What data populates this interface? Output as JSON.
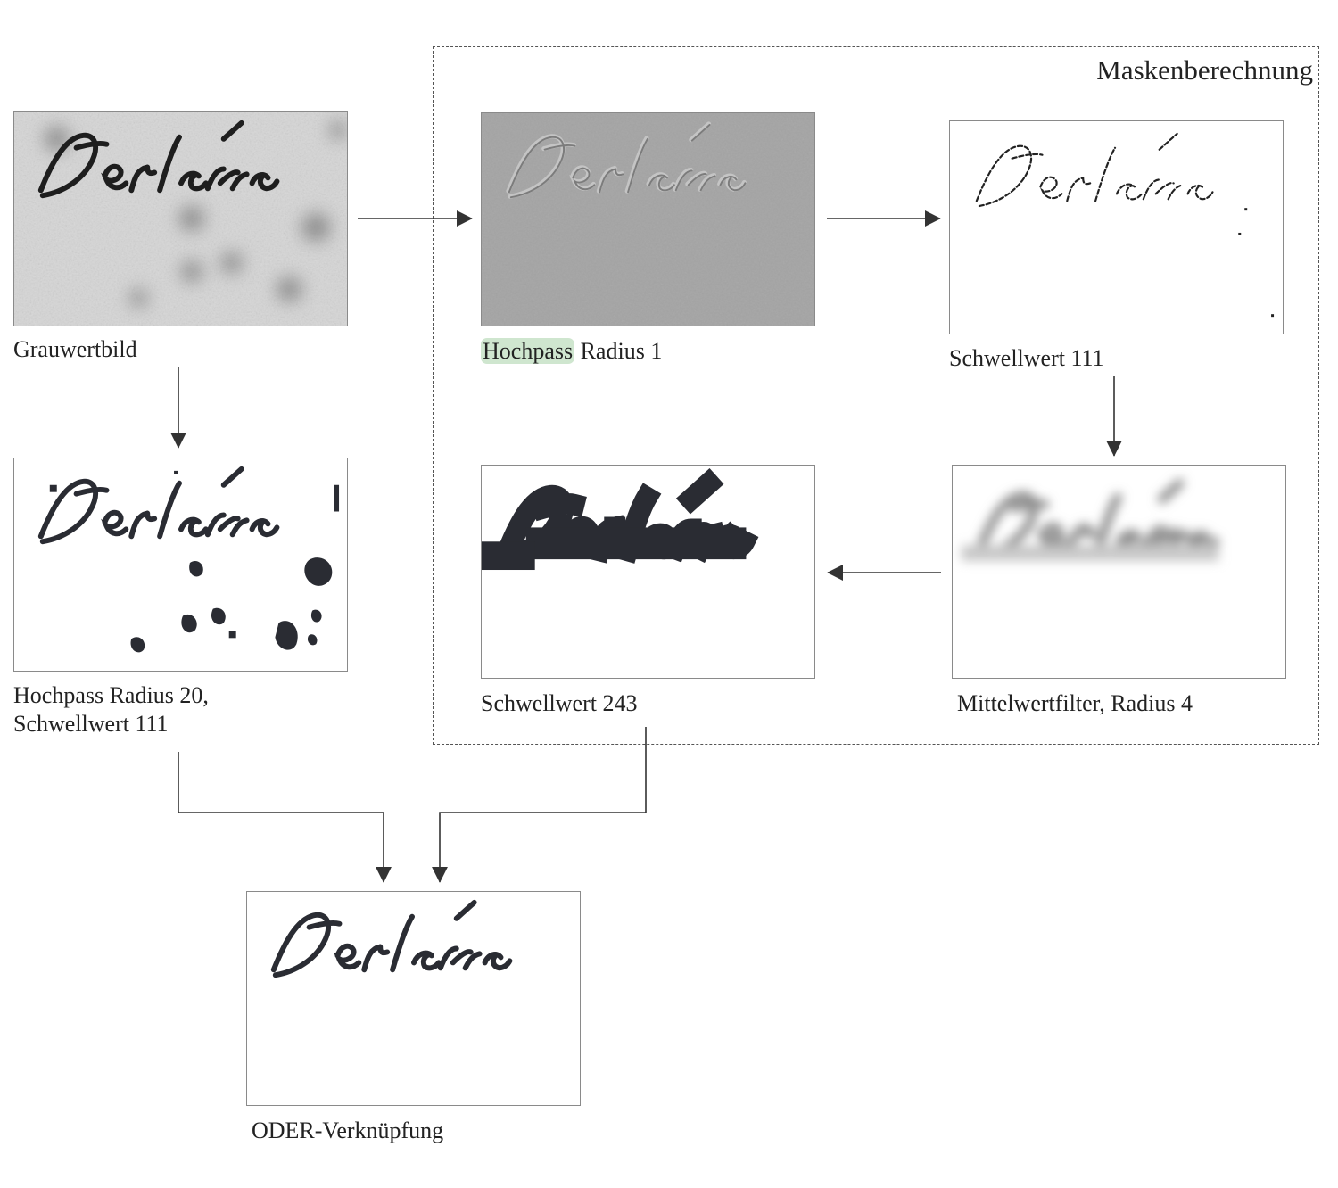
{
  "group": {
    "title": "Maskenberechnung"
  },
  "steps": {
    "gray": {
      "caption": "Grauwertbild"
    },
    "highpass1": {
      "caption_highlight": "Hochpass",
      "caption_rest": " Radius 1"
    },
    "thresh111": {
      "caption": "Schwellwert 111"
    },
    "mean": {
      "caption": "Mittelwertfilter, Radius 4"
    },
    "thresh243": {
      "caption": "Schwellwert 243"
    },
    "highpass20": {
      "caption_line1": "Hochpass Radius 20,",
      "caption_line2": "Schwellwert 111"
    },
    "or": {
      "caption": "ODER-Verknüpfung"
    }
  },
  "colors": {
    "arrow": "#333333",
    "ink": "#2a2c33",
    "highlight": "#cfe6cf",
    "dashed_border": "#555555"
  }
}
